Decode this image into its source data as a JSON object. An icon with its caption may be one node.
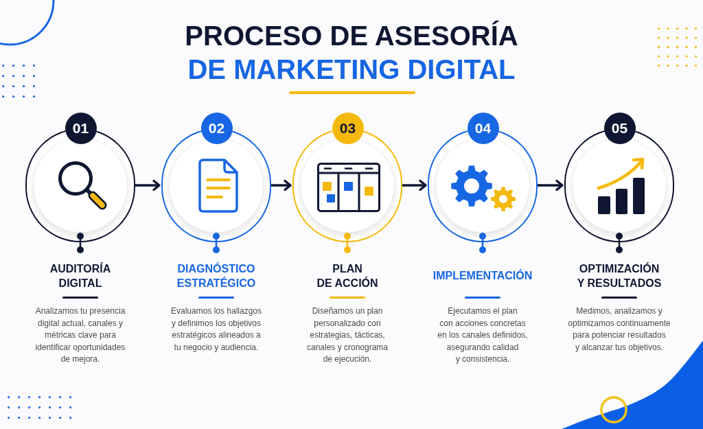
{
  "diagram": {
    "title": "PROCESO DE ASESORÍA DE MARKETING DIGITAL",
    "nodes": [
      {
        "text": [
          "01"
        ],
        "beside": [
          "AUDITORÍA DIGITAL",
          "Analizamos tu presencia digital actual, canales y métricas clave para identificar oportunidades de mejora."
        ]
      },
      {
        "text": [
          "02"
        ],
        "beside": [
          "DIAGNÓSTICO ESTRATÉGICO",
          "Evaluamos los hallazgos y definimos los objetivos estratégicos alineados a tu negocio y audiencia."
        ]
      },
      {
        "text": [
          "03"
        ],
        "beside": [
          "PLAN DE ACCIÓN",
          "Diseñamos un plan personalizado con estrategias, tácticas, canales y cronograma de ejecución."
        ]
      },
      {
        "text": [
          "04"
        ],
        "beside": [
          "IMPLEMENTACIÓN",
          "Ejecutamos el plan con acciones concretas en los canales definidos, asegurando calidad y consistencia."
        ]
      },
      {
        "text": [
          "05"
        ],
        "beside": [
          "OPTIMIZACIÓN Y RESULTADOS",
          "Medimos, analizamos y optimizamos continuamente para potenciar resultados y alcanzar tus objetivos."
        ]
      }
    ],
    "edges": [
      {
        "from": 0,
        "to": 1,
        "arrow": "to"
      },
      {
        "from": 1,
        "to": 2,
        "arrow": "to"
      },
      {
        "from": 2,
        "to": 3,
        "arrow": "to"
      },
      {
        "from": 3,
        "to": 4,
        "arrow": "to"
      }
    ]
  }
}
